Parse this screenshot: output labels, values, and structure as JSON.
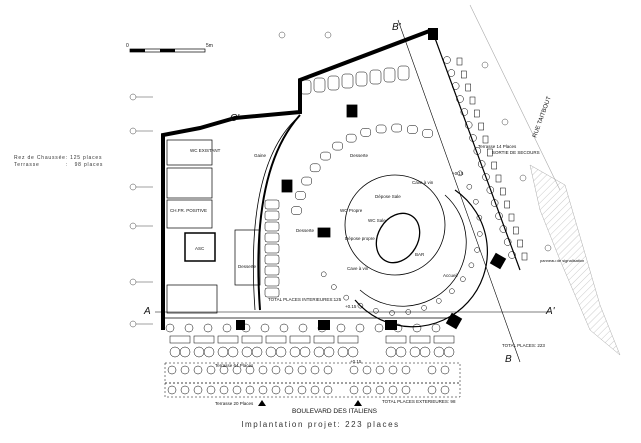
{
  "legend": {
    "ground_floor": "Rez de Chaussée: 125 places",
    "terrace": "Terrasse            :   98 places"
  },
  "scale": {
    "start": "0",
    "end": "5m"
  },
  "rooms": {
    "wc_existant": "WC EXISTANT",
    "gaine": "Gaine",
    "ch_fr": "CH.FR. POSITIVE",
    "asc": "ASC",
    "desserte_1": "Desserte",
    "desserte_2": "Desserte",
    "desserte_3": "Desserte",
    "depose_sale": "Dépose Sale",
    "wc_propre": "WC Propre",
    "wc_sale": "WC Sale",
    "depose_propre": "Dépose propre",
    "cave_1": "Cave à vin",
    "cave_2": "Cave à vin",
    "bar": "BAR",
    "accueil": "Accueil"
  },
  "totals": {
    "interior": "TOTAL PLACES INTERIEURES:125",
    "exterior": "TOTAL PLACES EXTERIEURES: 98",
    "all": "TOTAL PLACES: 223"
  },
  "terraces": {
    "t14": "Terrasse 14 Places",
    "t64": "Terrasse 64 Places",
    "t20": "Terrasse 20 Places"
  },
  "exit": "SORTIE DE SECOURS",
  "streets": {
    "taitbout": "RUE TAITBOUT",
    "italiens": "BOULEVARD DES ITALIENS"
  },
  "sign": "panneau de signalisation",
  "sections": {
    "a": "A",
    "a2": "A'",
    "b": "B",
    "b2": "B'",
    "c2": "C'"
  },
  "levels": {
    "l1": "+0.15",
    "l2": "+0.15",
    "l3": "+0.15"
  },
  "caption": "Implantation projet: 223 places"
}
